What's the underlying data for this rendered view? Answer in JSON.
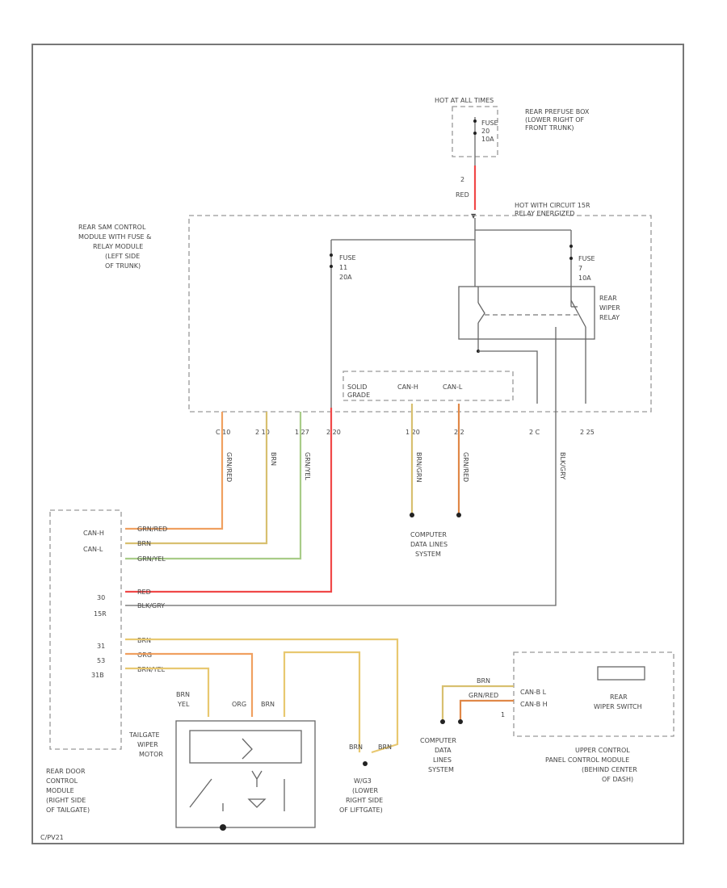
{
  "diagram": {
    "colors": {
      "red": "#f04848",
      "orange": "#f0a060",
      "orange_dark": "#e08848",
      "yellow": "#e8c870",
      "olive": "#d8c070",
      "green": "#a8cc88",
      "lilac": "#c8b4c8",
      "gray": "#999999"
    },
    "labels": {
      "hot_label": "HOT AT ALL TIMES",
      "prefuse_box": [
        "REAR PREFUSE BOX",
        "(LOWER RIGHT OF",
        "FRONT TRUNK)"
      ],
      "fuse_top": [
        "FUSE",
        "20",
        "10A"
      ],
      "pin_top": "2",
      "wire_top": "RED",
      "sam_module": [
        "REAR SAM CONTROL",
        "MODULE WITH FUSE &",
        "RELAY MODULE",
        "(LEFT SIDE",
        "OF TRUNK)"
      ],
      "hot_circuit": [
        "HOT WITH CIRCUIT 15R",
        "RELAY ENERGIZED"
      ],
      "fuse_left": [
        "FUSE",
        "11",
        "20A"
      ],
      "fuse_right": [
        "FUSE",
        "7",
        "10A"
      ],
      "rear_wiper_relay": [
        "REAR",
        "WIPER",
        "RELAY"
      ],
      "inner_left": [
        "SOLID",
        "GRADE"
      ],
      "can_h": "CAN-H",
      "can_l": "CAN-L",
      "pins_sam": [
        "C 10",
        "2 10",
        "1 27",
        "2 20",
        "1 20",
        "2 2",
        "2 C",
        "2 25"
      ],
      "rear_door_module": [
        "REAR DOOR",
        "CONTROL",
        "MODULE",
        "(RIGHT SIDE",
        "OF TAILGATE)"
      ],
      "door_pin_labels": [
        "CAN-H",
        "CAN-L",
        "",
        "",
        "30",
        "15R",
        "",
        "31",
        "53",
        "31B",
        ""
      ],
      "door_wire_labels": [
        "GRN/RED",
        "BRN",
        "GRN/YEL",
        "",
        "RED",
        "BLK/GRY",
        "",
        "BRN",
        "ORG",
        "BRN/YEL",
        ""
      ],
      "wire_vert_labels": [
        "GRN/RED",
        "BRN",
        "GRN/YEL",
        "BRN/GRN",
        "GRN/RED",
        "BLK/GRY"
      ],
      "computer_data_lines": [
        "COMPUTER",
        "DATA LINES",
        "SYSTEM"
      ],
      "computer_data_lines_2": [
        "COMPUTER",
        "DATA",
        "LINES",
        "SYSTEM"
      ],
      "motor_wire_labels": [
        "BRN",
        "YEL",
        "ORG",
        "BRN"
      ],
      "tailgate_motor": [
        "TAILGATE",
        "WIPER",
        "MOTOR"
      ],
      "ground_labels": [
        "BRN",
        "BRN"
      ],
      "g_ground": [
        "W/G3",
        "(LOWER",
        "RIGHT SIDE",
        "OF LIFTGATE)"
      ],
      "upper_module_pins": [
        "CAN-B L",
        "CAN-B H"
      ],
      "upper_wires": [
        "BRN",
        "GRN/RED"
      ],
      "upper_pin_num": "1",
      "rear_wiper_switch": [
        "REAR",
        "WIPER SWITCH"
      ],
      "upper_module": [
        "UPPER CONTROL",
        "PANEL CONTROL MODULE",
        "(BEHIND CENTER",
        "OF DASH)"
      ],
      "footer": "C/PV21"
    }
  }
}
